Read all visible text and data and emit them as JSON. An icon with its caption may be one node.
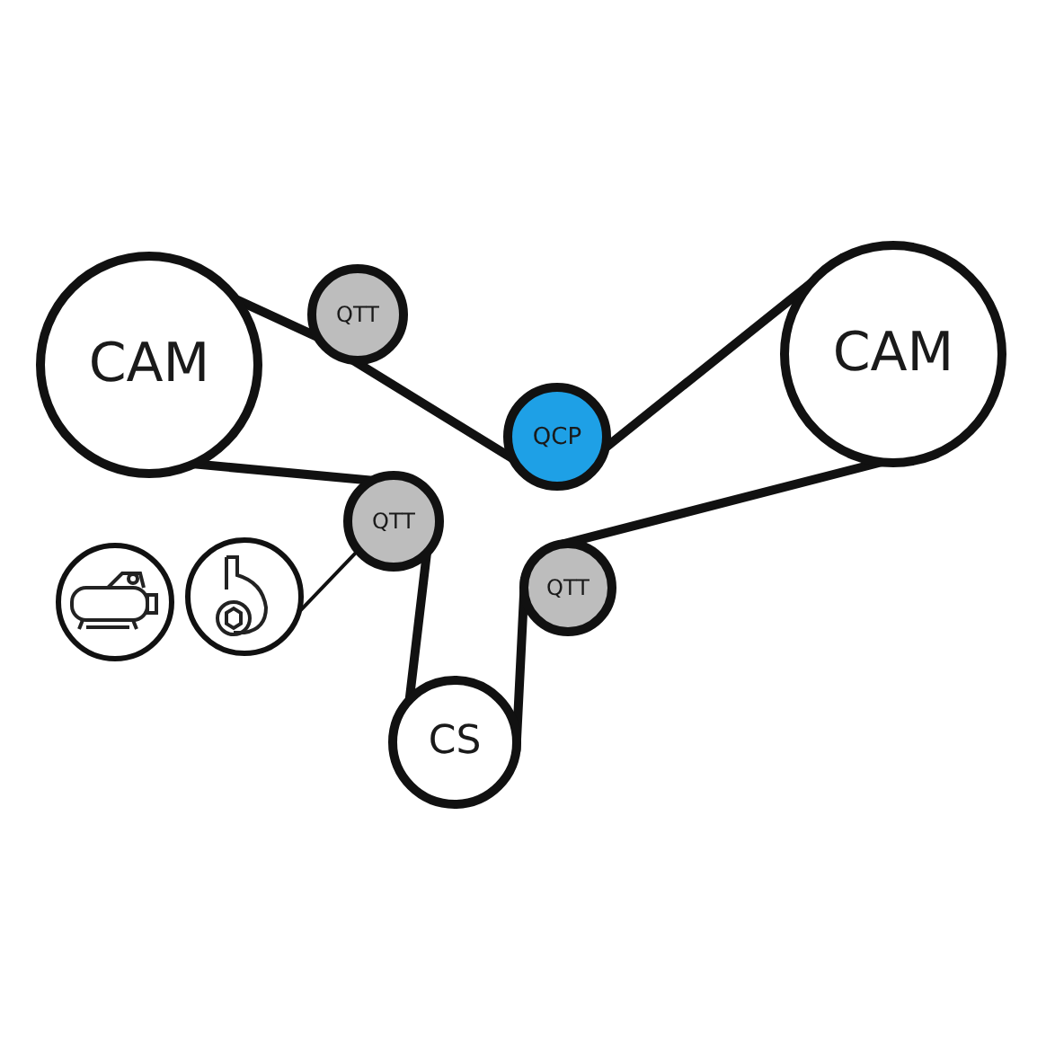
{
  "diagram": {
    "nodes": [
      {
        "text": [
          "CAM"
        ]
      },
      {
        "text": [
          "QTT"
        ]
      },
      {
        "text": [
          "QCP"
        ]
      },
      {
        "text": [
          "CAM"
        ]
      },
      {
        "text": [
          "QTT"
        ]
      },
      {
        "text": [
          "QTT"
        ]
      },
      {
        "text": [
          "CS"
        ]
      },
      {
        "text": [],
        "shape": "picture"
      },
      {
        "text": [],
        "shape": "picture"
      }
    ],
    "edges": [
      {
        "from": 0,
        "to": 1,
        "arrow": "none"
      },
      {
        "from": 1,
        "to": 2,
        "arrow": "none"
      },
      {
        "from": 2,
        "to": 3,
        "arrow": "none"
      },
      {
        "from": 3,
        "to": 5,
        "arrow": "none"
      },
      {
        "from": 5,
        "to": 6,
        "arrow": "none"
      },
      {
        "from": 6,
        "to": 4,
        "arrow": "none"
      },
      {
        "from": 4,
        "to": 0,
        "arrow": "none"
      },
      {
        "from": 8,
        "to": 4,
        "arrow": "none"
      }
    ]
  }
}
